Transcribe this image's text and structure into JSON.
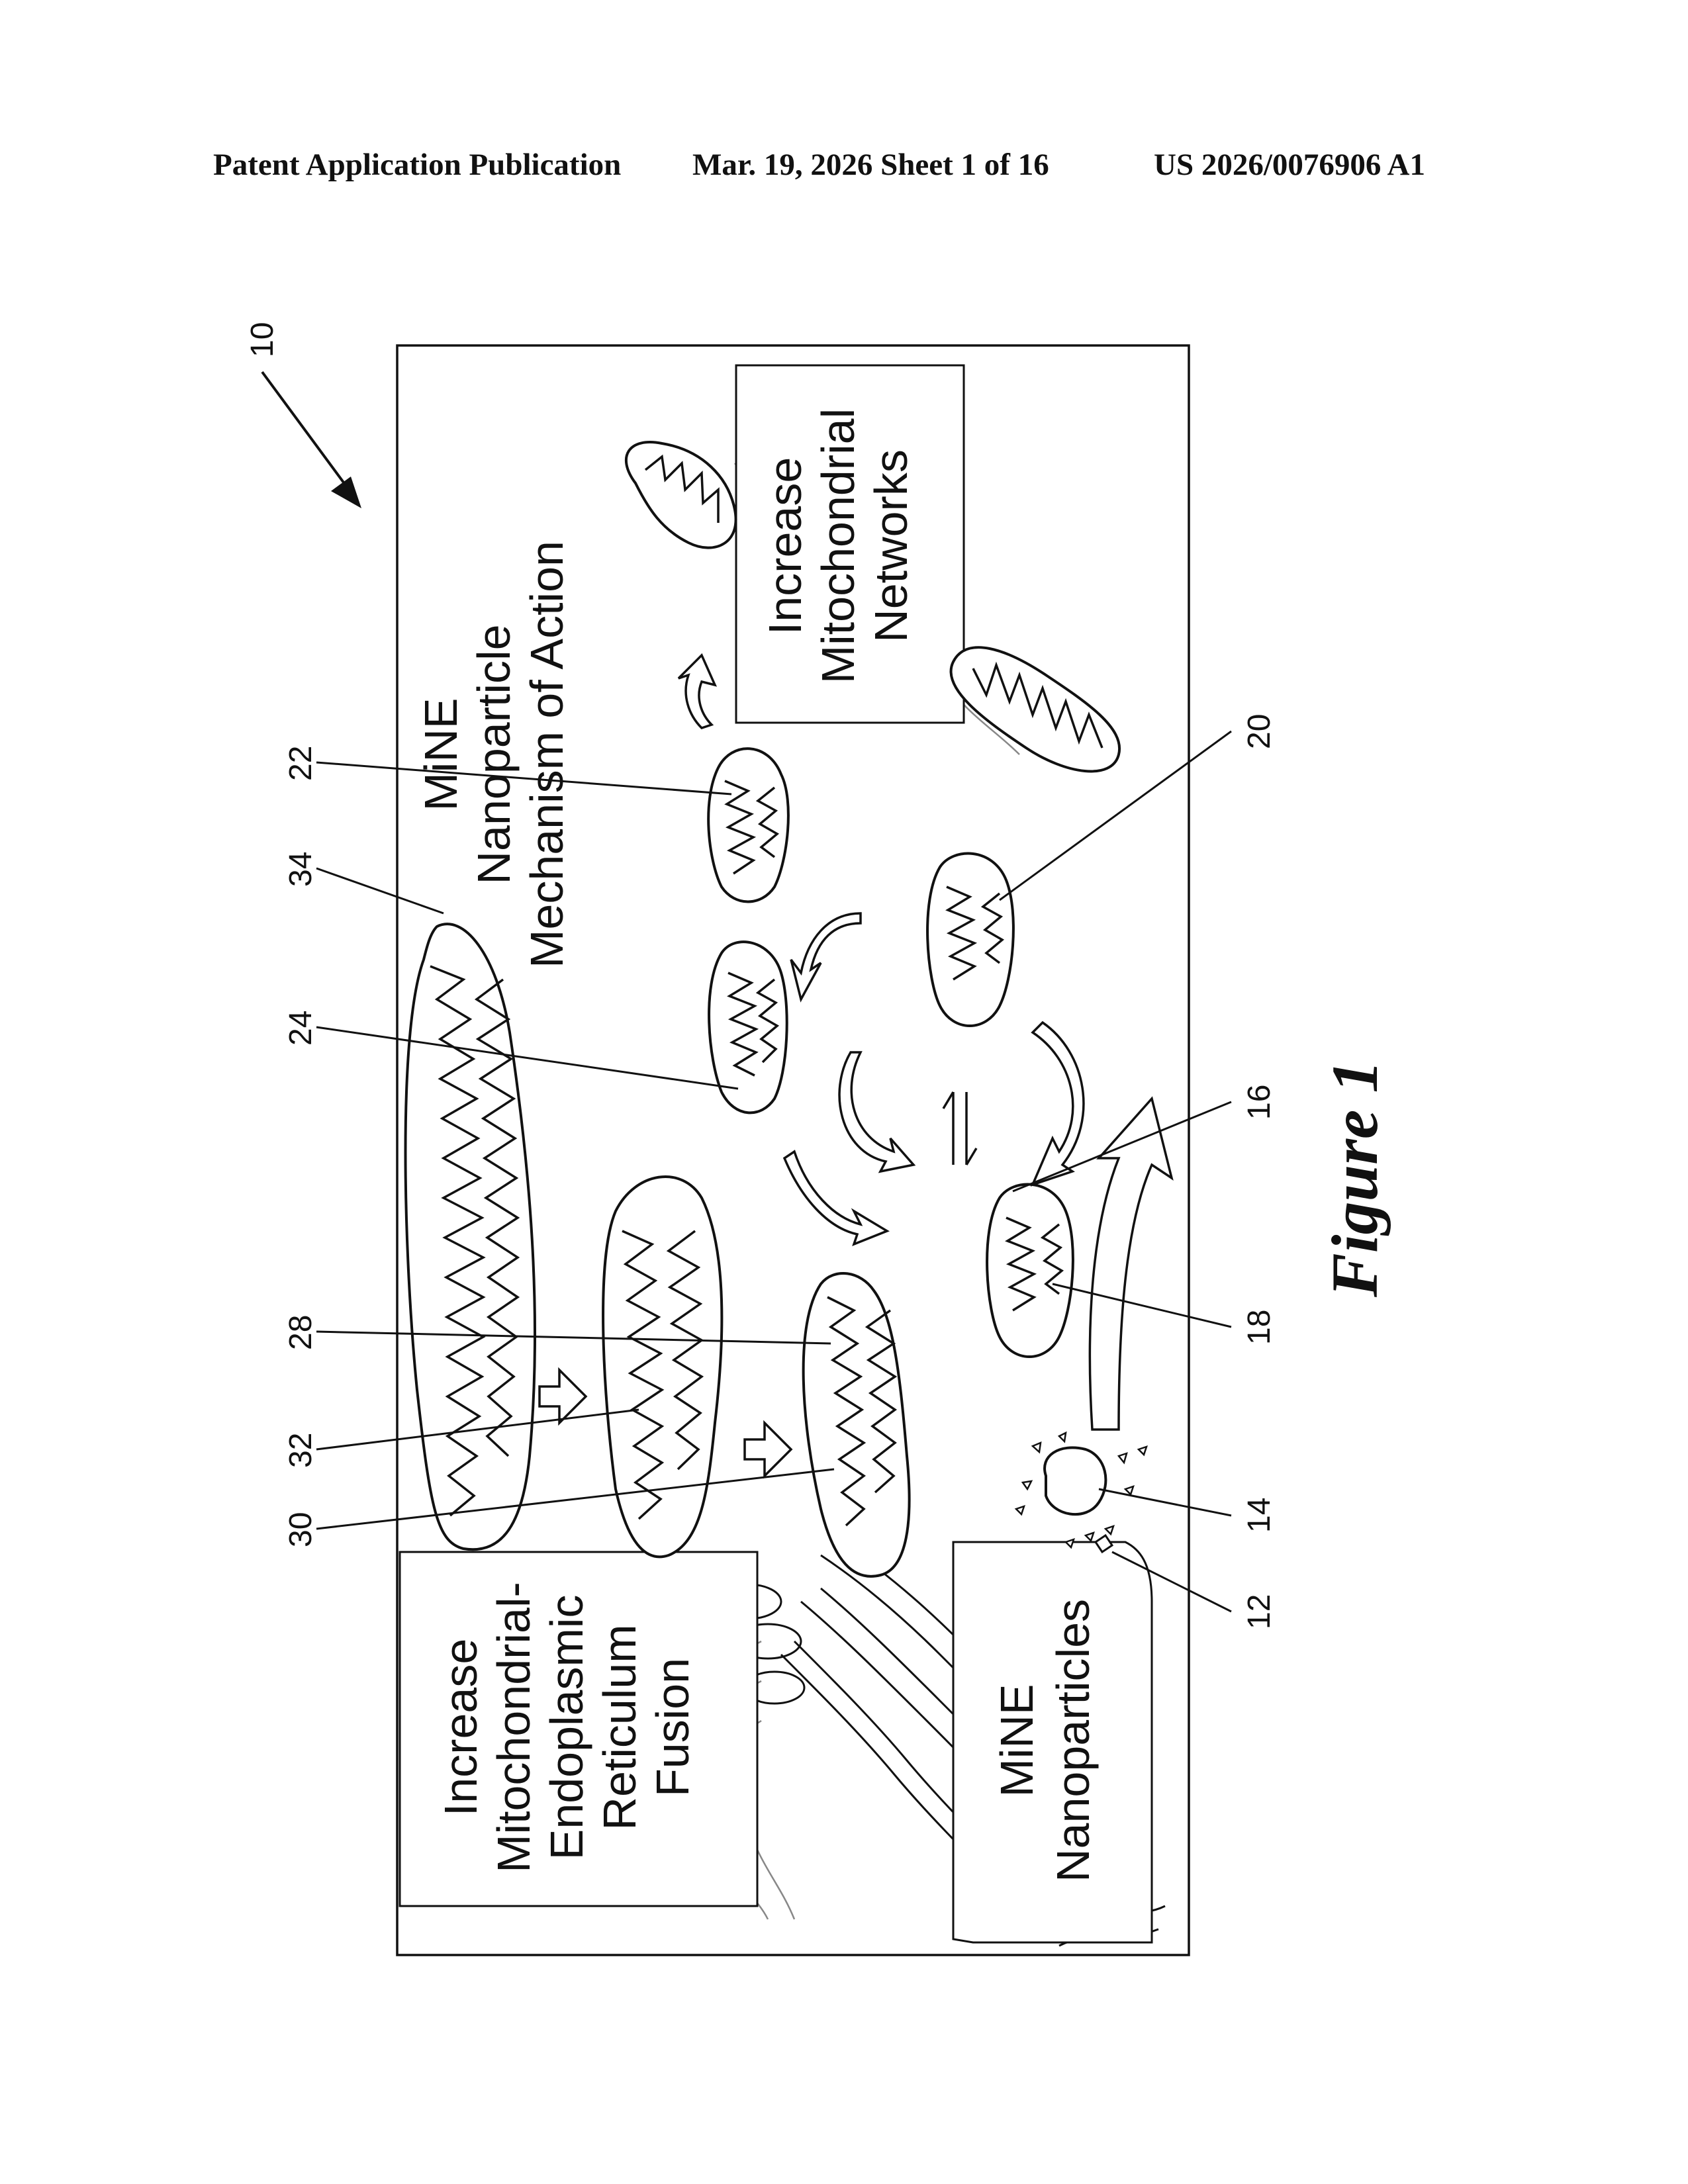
{
  "header": {
    "publication": "Patent Application Publication",
    "date_sheet": "Mar. 19, 2026  Sheet 1 of 16",
    "number": "US 2026/0076906 A1"
  },
  "figure": {
    "caption": "Figure 1",
    "figure_ref": "10",
    "title_lines": [
      "MiNE",
      "Nanoparticle",
      "Mechanism of Action"
    ],
    "networks_box_lines": [
      "Increase",
      "Mitochondrial",
      "Networks"
    ],
    "er_box_lines": [
      "Increase",
      "Mitochondrial-",
      "Endoplasmic",
      "Reticulum",
      "Fusion"
    ],
    "nano_box_lines": [
      "MiNE",
      "Nanoparticles"
    ],
    "reference_numerals": {
      "r22": "22",
      "r34": "34",
      "r24": "24",
      "r28": "28",
      "r32": "32",
      "r30": "30",
      "r20": "20",
      "r16": "16",
      "r18": "18",
      "r14": "14",
      "r12": "12"
    }
  }
}
